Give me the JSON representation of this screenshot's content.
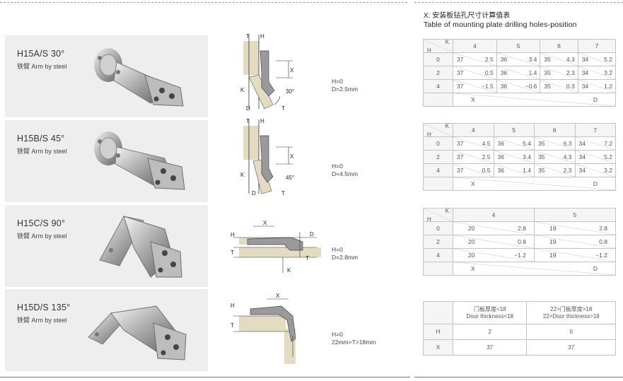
{
  "products": [
    {
      "model": "H15A/S  30°",
      "sub": "铁臂 Arm by steel",
      "spec_h": "H=0",
      "spec_d": "D=2.5mm",
      "angle": "30°"
    },
    {
      "model": "H15B/S  45°",
      "sub": "铁臂 Arm by steel",
      "spec_h": "H=0",
      "spec_d": "D=4.5mm",
      "angle": "45°"
    },
    {
      "model": "H15C/S  90°",
      "sub": "铁臂 Arm by steel",
      "spec_h": "H=0",
      "spec_d": "D=2.8mm",
      "angle": ""
    },
    {
      "model": "H15D/S  135°",
      "sub": "铁臂 Arm by steel",
      "spec_h": "H=0",
      "spec_d": "22mm>T>18mm",
      "angle": ""
    }
  ],
  "diagram_labels": {
    "t": "T",
    "h": "H",
    "x": "X",
    "k": "K",
    "d": "D"
  },
  "table_title_cn": "X: 安装板钻孔尺寸计算值表",
  "table_title_en": "Table of mounting plate drilling holes-position",
  "tables": [
    {
      "k_values": [
        "4",
        "5",
        "6",
        "7"
      ],
      "rows": [
        {
          "h": "0",
          "cells": [
            [
              "37",
              "2.5"
            ],
            [
              "36",
              "3.4"
            ],
            [
              "35",
              "4.3"
            ],
            [
              "34",
              "5.2"
            ]
          ]
        },
        {
          "h": "2",
          "cells": [
            [
              "37",
              "0.5"
            ],
            [
              "36",
              "1.4"
            ],
            [
              "35",
              "2.3"
            ],
            [
              "34",
              "3.2"
            ]
          ]
        },
        {
          "h": "4",
          "cells": [
            [
              "37",
              "−1.5"
            ],
            [
              "36",
              "−0.6"
            ],
            [
              "35",
              "0.3"
            ],
            [
              "34",
              "1.2"
            ]
          ]
        }
      ],
      "foot_x": "X",
      "foot_d": "D"
    },
    {
      "k_values": [
        "4",
        "5",
        "6",
        "7"
      ],
      "rows": [
        {
          "h": "0",
          "cells": [
            [
              "37",
              "4.5"
            ],
            [
              "36",
              "5.4"
            ],
            [
              "35",
              "6.3"
            ],
            [
              "34",
              "7.2"
            ]
          ]
        },
        {
          "h": "2",
          "cells": [
            [
              "37",
              "2.5"
            ],
            [
              "36",
              "3.4"
            ],
            [
              "35",
              "4.3"
            ],
            [
              "34",
              "5.2"
            ]
          ]
        },
        {
          "h": "4",
          "cells": [
            [
              "37",
              "0.5"
            ],
            [
              "36",
              "1.4"
            ],
            [
              "35",
              "2.3"
            ],
            [
              "34",
              "3.2"
            ]
          ]
        }
      ],
      "foot_x": "X",
      "foot_d": "D"
    },
    {
      "k_values": [
        "4",
        "5"
      ],
      "rows": [
        {
          "h": "0",
          "cells": [
            [
              "20",
              "2.8"
            ],
            [
              "19",
              "2.8"
            ]
          ]
        },
        {
          "h": "2",
          "cells": [
            [
              "20",
              "0.8"
            ],
            [
              "19",
              "0.8"
            ]
          ]
        },
        {
          "h": "4",
          "cells": [
            [
              "20",
              "−1.2"
            ],
            [
              "19",
              "−1.2"
            ]
          ]
        }
      ],
      "foot_x": "X",
      "foot_d": "D"
    }
  ],
  "thickness_table": {
    "col1": "门板厚度<18\nDoor thickness<18",
    "col2": "22>门板厚度>18\n22>Door thickness>18",
    "rows": [
      {
        "label": "H",
        "v1": "2",
        "v2": "0"
      },
      {
        "label": "X",
        "v1": "37",
        "v2": "37"
      }
    ]
  }
}
